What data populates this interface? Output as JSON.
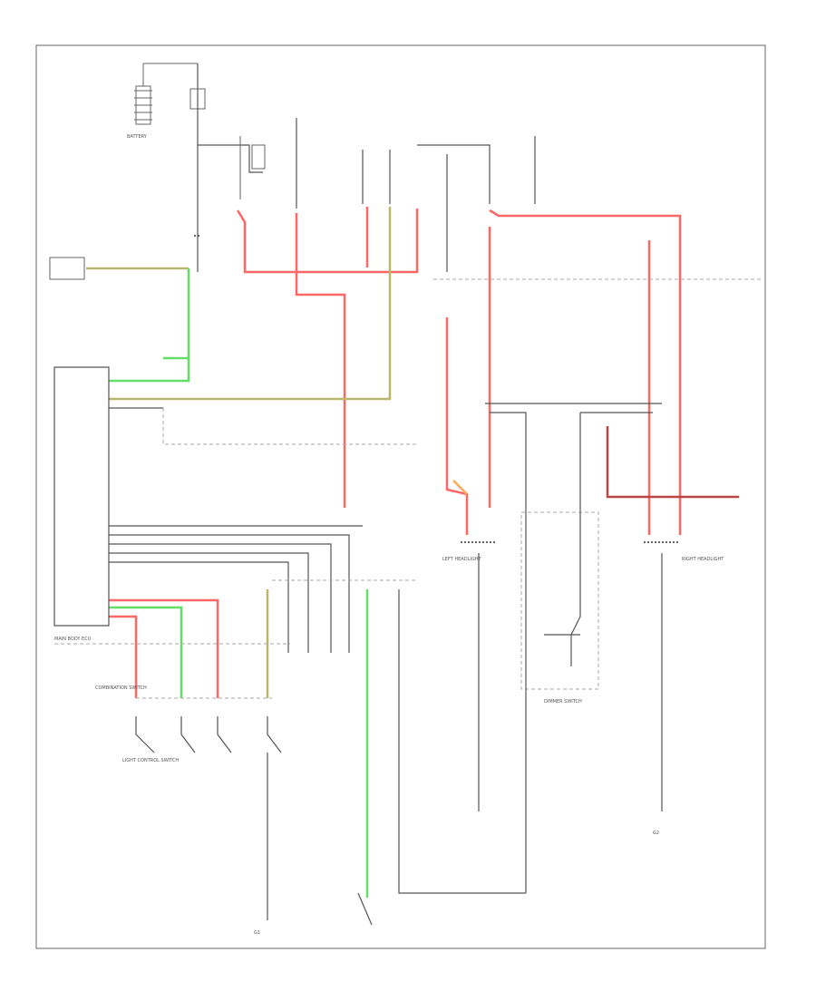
{
  "diagram": {
    "labels": {
      "battery": "BATTERY",
      "left_headlight": "LEFT HEADLIGHT",
      "right_headlight": "RIGHT HEADLIGHT",
      "combination_switch": "COMBINATION SWITCH",
      "light_control_switch": "LIGHT CONTROL SWITCH",
      "dimmer_switch": "DIMMER SWITCH",
      "body_ecu": "MAIN BODY ECU",
      "ground_left": "G1",
      "ground_right": "G2"
    },
    "colors": {
      "red_wire": "#ff6666",
      "green_wire": "#66dd66",
      "olive_wire": "#b8b86a",
      "orange_wire": "#ffaa55",
      "dark_red_wire": "#bb4444",
      "black_wire": "#555555"
    }
  }
}
